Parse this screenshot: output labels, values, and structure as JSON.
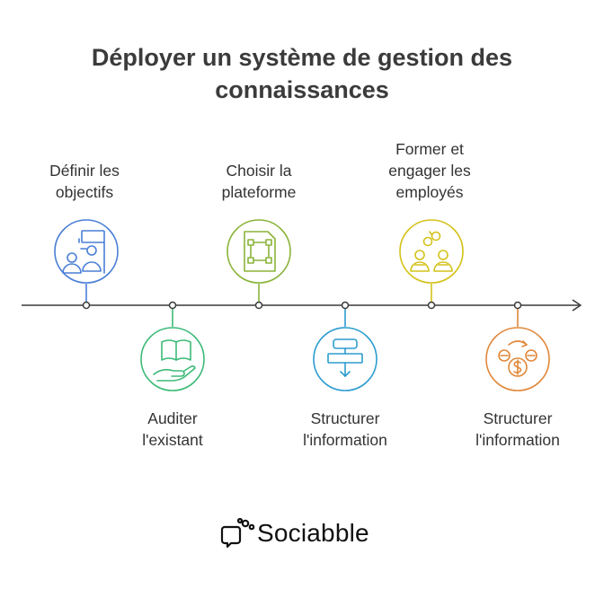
{
  "title": {
    "line1": "Déployer un système de gestion des",
    "line2": "connaissances"
  },
  "colors": {
    "step1": "#4a7fd6",
    "step2": "#3dba78",
    "step3": "#8ab43a",
    "step4": "#2d9ccf",
    "step5": "#d4c21a",
    "step6": "#e0883a",
    "timeline": "#3a3a3a"
  },
  "steps": [
    {
      "icon": "goal-team-icon",
      "label_lines": [
        "Définir les",
        "objectifs"
      ]
    },
    {
      "icon": "open-book-hand-icon",
      "label_lines": [
        "Auditer",
        "l'existant"
      ]
    },
    {
      "icon": "platform-selection-icon",
      "label_lines": [
        "Choisir la",
        "plateforme"
      ]
    },
    {
      "icon": "structure-flow-icon",
      "label_lines": [
        "Structurer",
        "l'information"
      ]
    },
    {
      "icon": "team-training-icon",
      "label_lines": [
        "Former et",
        "engager les",
        "employés"
      ]
    },
    {
      "icon": "money-cycle-icon",
      "label_lines": [
        "Structurer",
        "l'information"
      ]
    }
  ],
  "brand": {
    "name": "Sociabble",
    "icon": "sociabble-logo-icon"
  }
}
